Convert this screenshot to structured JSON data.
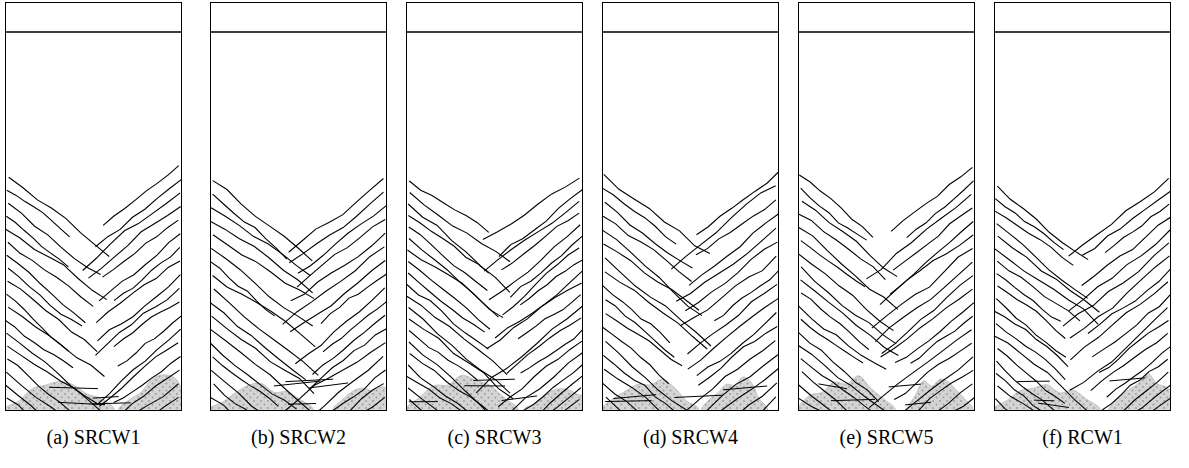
{
  "diagram": {
    "nodes": [
      {
        "text": [
          "(a) SRCW1"
        ]
      },
      {
        "text": [
          "(b) SRCW2"
        ]
      },
      {
        "text": [
          "(c) SRCW3"
        ]
      },
      {
        "text": [
          "(d) SRCW4"
        ]
      },
      {
        "text": [
          "(e) SRCW5"
        ]
      },
      {
        "text": [
          "(f) RCW1"
        ]
      }
    ]
  }
}
